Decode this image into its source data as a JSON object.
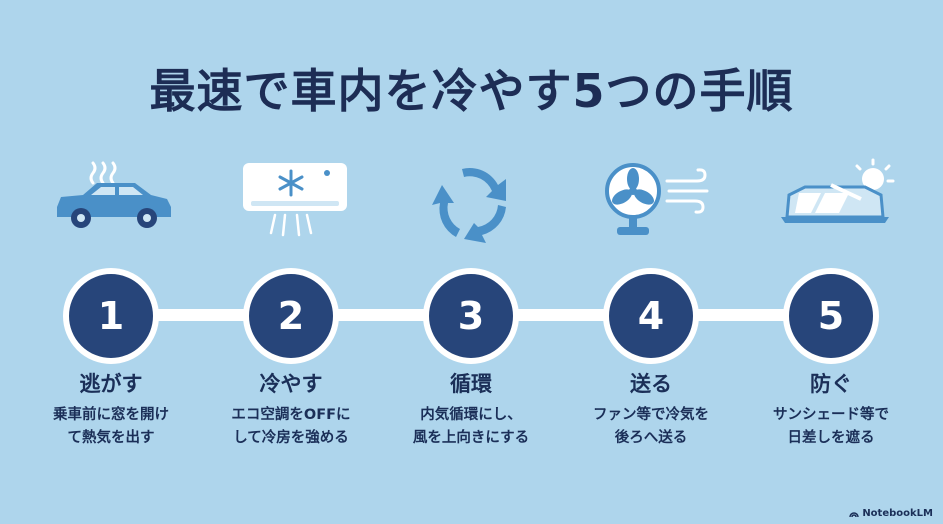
{
  "title": "最速で車内を冷やす5つの手順",
  "steps": [
    {
      "number": "1",
      "title": "逃がす",
      "desc": [
        "乗車前に窓を開け",
        "て熱気を出す"
      ],
      "icon": "car-heat-icon"
    },
    {
      "number": "2",
      "title": "冷やす",
      "desc": [
        "エコ空調をOFFに",
        "して冷房を強める"
      ],
      "icon": "air-conditioner-icon"
    },
    {
      "number": "3",
      "title": "循環",
      "desc": [
        "内気循環にし、",
        "風を上向きにする"
      ],
      "icon": "recirculate-icon"
    },
    {
      "number": "4",
      "title": "送る",
      "desc": [
        "ファン等で冷気を",
        "後ろへ送る"
      ],
      "icon": "fan-icon"
    },
    {
      "number": "5",
      "title": "防ぐ",
      "desc": [
        "サンシェード等で",
        "日差しを遮る"
      ],
      "icon": "sunshade-icon"
    }
  ],
  "brand": "NotebookLM",
  "colors": {
    "background": "#aed5ec",
    "circle": "#27457a",
    "icon": "#4a90c8",
    "text": "#1b2f58"
  }
}
